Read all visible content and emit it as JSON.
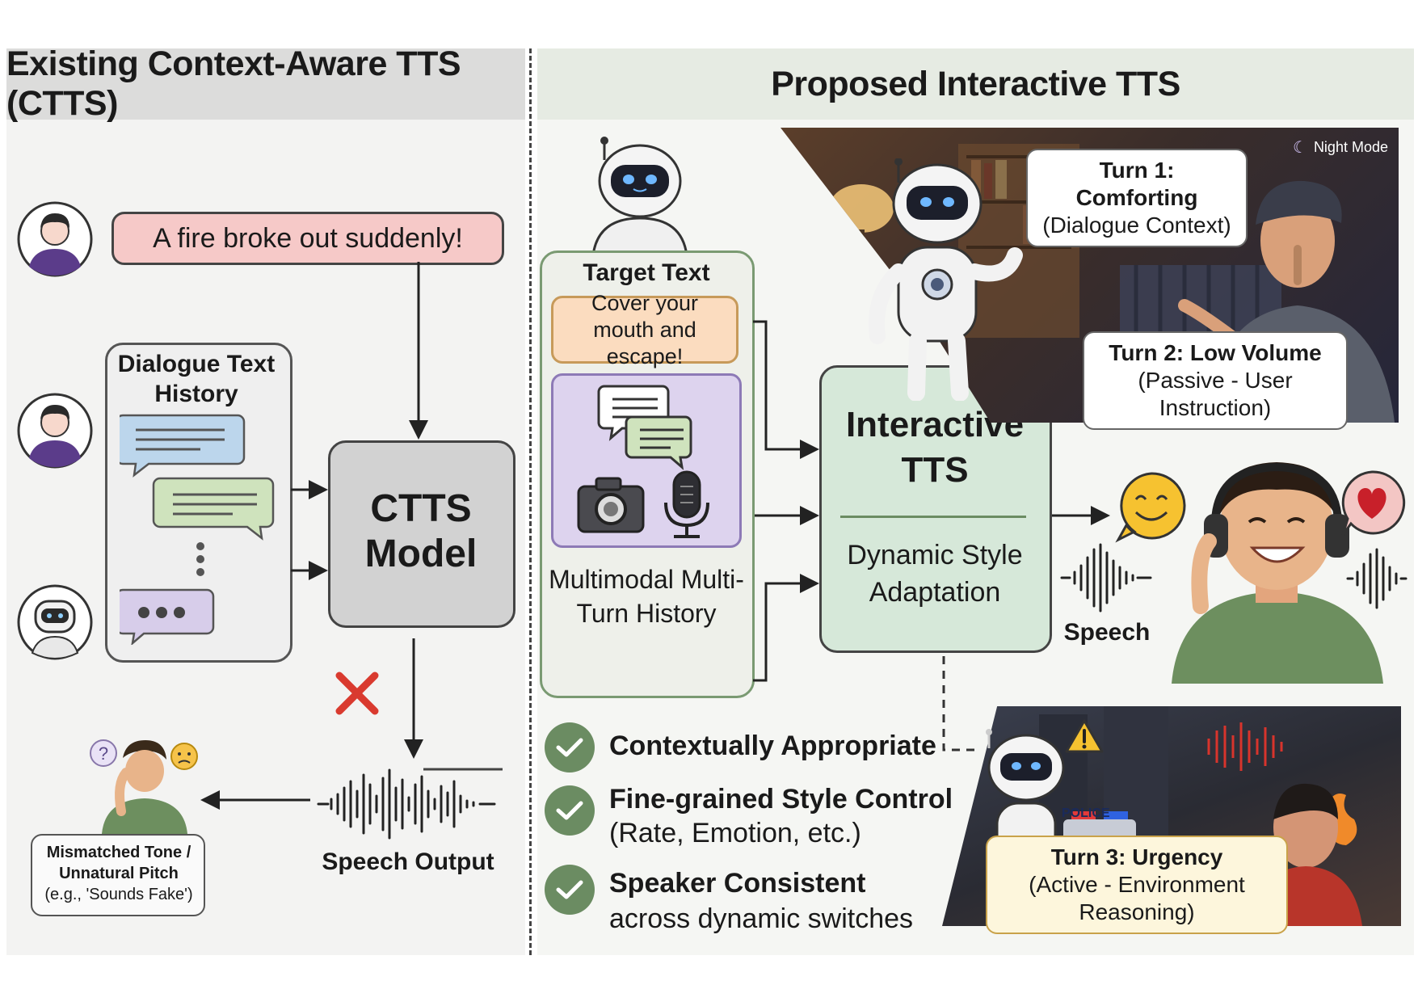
{
  "left": {
    "header": "Existing Context-Aware TTS (CTTS)",
    "user_utterance": "A fire broke out suddenly!",
    "history_title": "Dialogue Text History",
    "model_label": "CTTS Model",
    "output_label": "Speech Output",
    "failure_note": {
      "line1": "Mismatched Tone /",
      "line2": "Unnatural Pitch",
      "line3": "(e.g., 'Sounds Fake')"
    },
    "icons": [
      "user-avatar-icon",
      "robot-avatar-icon",
      "chat-bubble-icon",
      "cross-icon",
      "confused-person-icon",
      "question-icon",
      "sad-face-icon",
      "waveform-icon"
    ],
    "colors": {
      "user_bubble": "#f6c9c8",
      "blue_bubble": "#bcd6ec",
      "green_bubble": "#cfe3bd",
      "purple_bubble": "#d7cdea",
      "cross": "#d93a2f"
    }
  },
  "right": {
    "header": "Proposed Interactive TTS",
    "target_text_title": "Target Text",
    "target_text": "Cover your mouth and escape!",
    "history_label": "Multimodal Multi-Turn History",
    "model_title": "Interactive TTS",
    "model_subtitle": "Dynamic Style Adaptation",
    "speech_label": "Speech",
    "night_mode": "Night Mode",
    "turn1": {
      "title": "Turn 1: Comforting",
      "detail": "(Dialogue Context)"
    },
    "turn2": {
      "title": "Turn 2: Low Volume",
      "detail": "(Passive - User Instruction)"
    },
    "turn3": {
      "title": "Turn 3: Urgency",
      "detail": "(Active - Environment Reasoning)"
    },
    "police_label": "POLICE",
    "features": [
      {
        "title": "Contextually Appropriate",
        "detail": ""
      },
      {
        "title": "Fine-grained Style Control",
        "detail": "(Rate, Emotion, etc.)"
      },
      {
        "title": "Speaker Consistent",
        "detail": "across dynamic switches"
      }
    ],
    "icons": [
      "robot-icon",
      "chat-icon",
      "camera-icon",
      "microphone-icon",
      "smile-emoji-icon",
      "heart-icon",
      "headphones-person-icon",
      "check-icon",
      "moon-icon",
      "warning-icon",
      "fire-icon"
    ],
    "colors": {
      "model_box": "#d6e8d9",
      "target_text_box": "#fbdcbf",
      "multimodal_box": "#ddd3ee",
      "check": "#6b8c62"
    }
  }
}
